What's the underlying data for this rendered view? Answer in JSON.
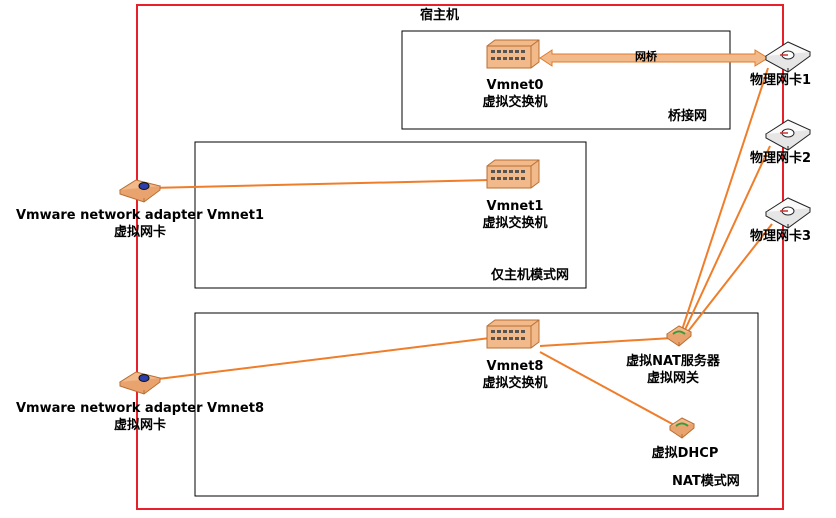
{
  "host": {
    "title": "宿主机"
  },
  "bridge": {
    "area_label": "桥接网",
    "switch_name": "Vmnet0",
    "switch_type": "虚拟交换机",
    "link_label": "网桥"
  },
  "hostonly": {
    "area_label": "仅主机模式网",
    "switch_name": "Vmnet1",
    "switch_type": "虚拟交换机"
  },
  "nat": {
    "area_label": "NAT模式网",
    "switch_name": "Vmnet8",
    "switch_type": "虚拟交换机",
    "nat_server": "虚拟NAT服务器",
    "gateway": "虚拟网关",
    "dhcp": "虚拟DHCP"
  },
  "adapters": [
    {
      "name": "Vmware network adapter Vmnet1",
      "type": "虚拟网卡"
    },
    {
      "name": "Vmware network adapter Vmnet8",
      "type": "虚拟网卡"
    }
  ],
  "physical_nics": [
    "物理网卡1",
    "物理网卡2",
    "物理网卡3"
  ],
  "colors": {
    "host_border": "#e8202a",
    "area_border": "#000000",
    "link": "#ef7d2a",
    "device_fill": "#f2b98a",
    "device_stroke": "#b86f33"
  }
}
